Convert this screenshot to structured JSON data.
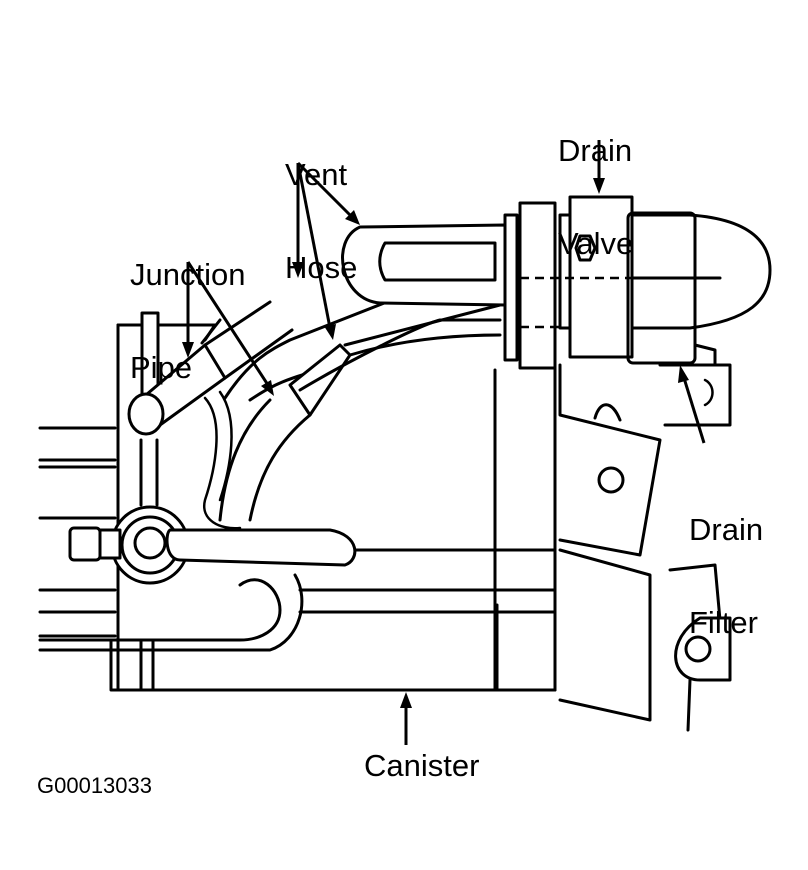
{
  "figure_code": "G00013033",
  "labels": {
    "vent_hose": [
      "Vent",
      "Hose"
    ],
    "junction_pipe": [
      "Junction",
      "Pipe"
    ],
    "drain_valve": [
      "Drain",
      "Valve"
    ],
    "drain_filter": [
      "Drain",
      "Filter"
    ],
    "canister": "Canister"
  },
  "colors": {
    "line": "#000000",
    "background": "#ffffff"
  }
}
